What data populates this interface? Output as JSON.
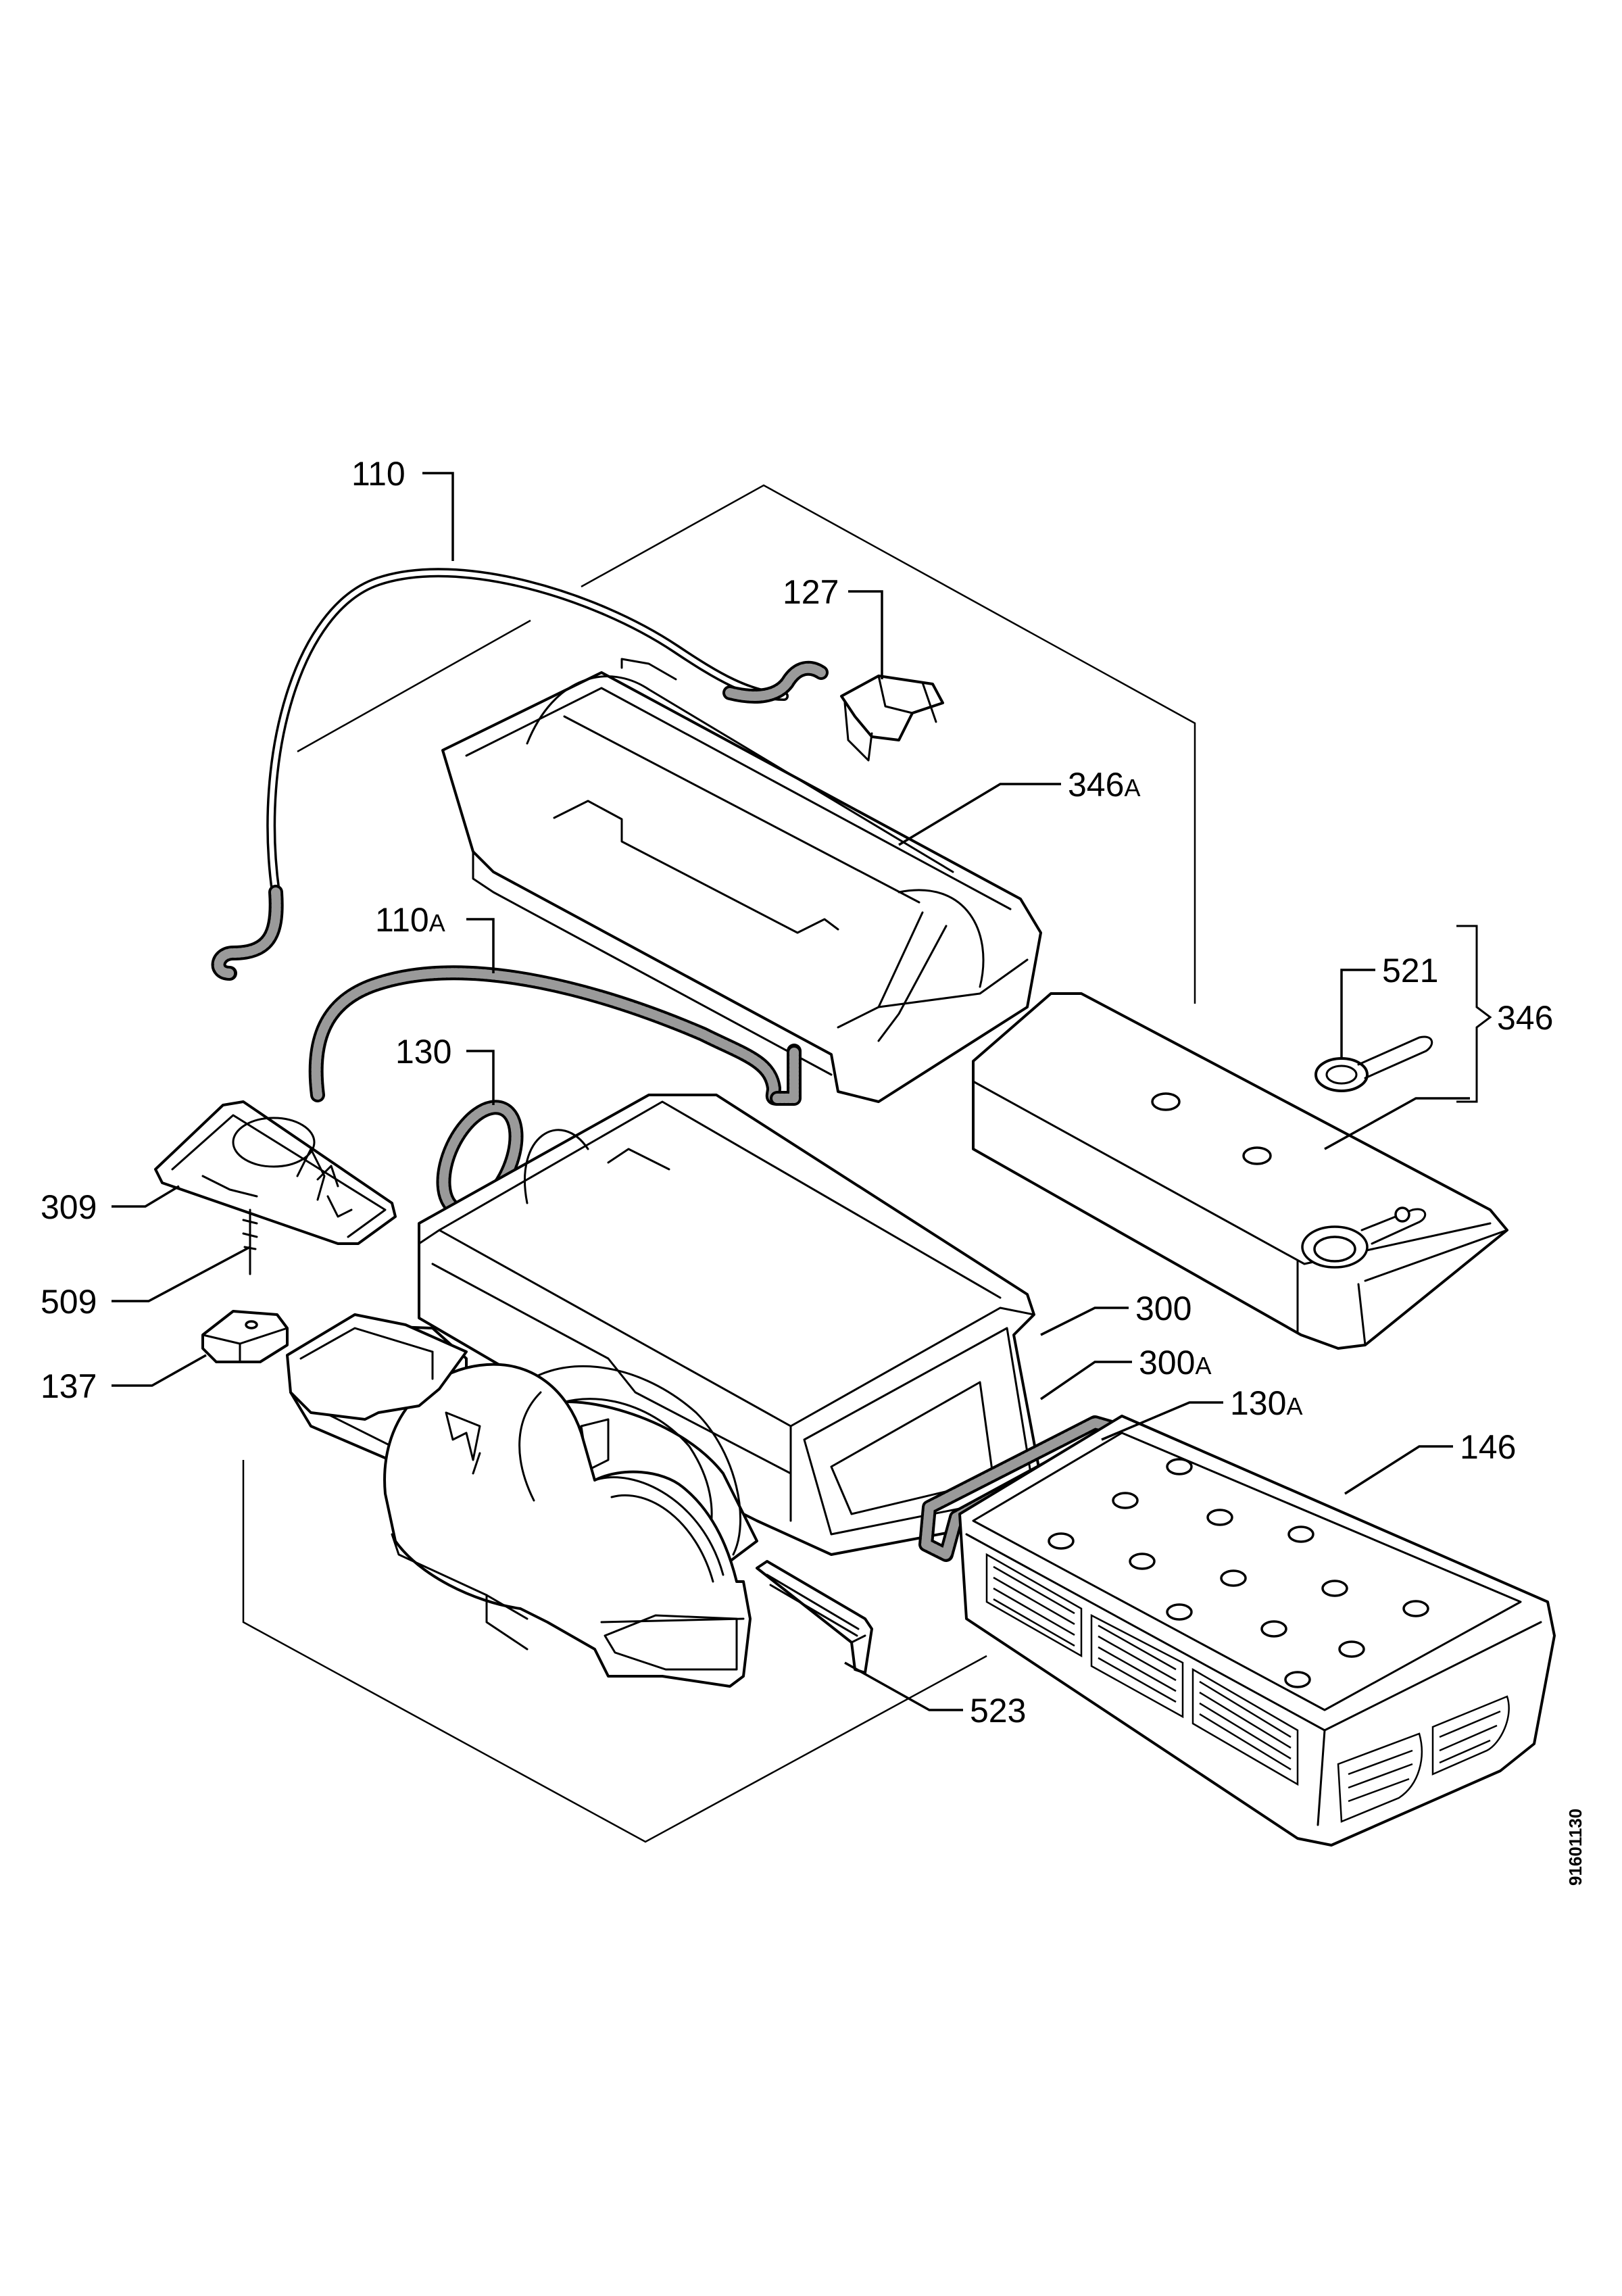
{
  "diagram": {
    "document_number": "91601130",
    "callouts": [
      {
        "id": "110",
        "number": "110",
        "suffix": ""
      },
      {
        "id": "127",
        "number": "127",
        "suffix": ""
      },
      {
        "id": "346a",
        "number": "346",
        "suffix": "A"
      },
      {
        "id": "110a",
        "number": "110",
        "suffix": "A"
      },
      {
        "id": "521",
        "number": "521",
        "suffix": ""
      },
      {
        "id": "346",
        "number": "346",
        "suffix": ""
      },
      {
        "id": "130",
        "number": "130",
        "suffix": ""
      },
      {
        "id": "309",
        "number": "309",
        "suffix": ""
      },
      {
        "id": "509",
        "number": "509",
        "suffix": ""
      },
      {
        "id": "300",
        "number": "300",
        "suffix": ""
      },
      {
        "id": "137",
        "number": "137",
        "suffix": ""
      },
      {
        "id": "300a",
        "number": "300",
        "suffix": "A"
      },
      {
        "id": "130a",
        "number": "130",
        "suffix": "A"
      },
      {
        "id": "146",
        "number": "146",
        "suffix": ""
      },
      {
        "id": "523",
        "number": "523",
        "suffix": ""
      }
    ]
  }
}
